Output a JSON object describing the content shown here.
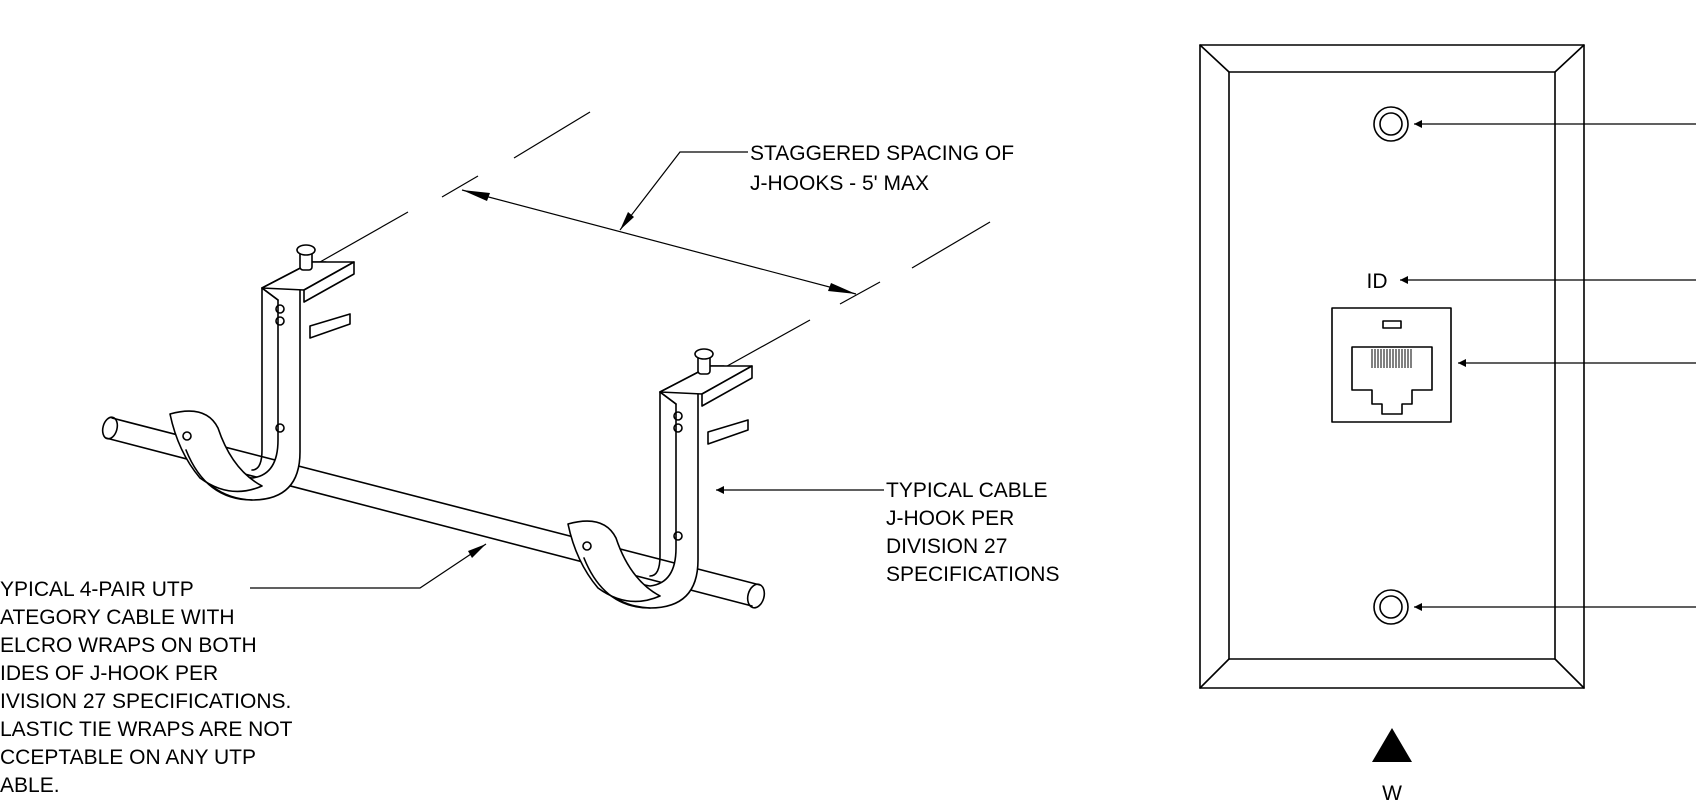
{
  "left_detail": {
    "spacing_note": [
      "STAGGERED SPACING OF",
      "J-HOOKS - 5' MAX"
    ],
    "jhook_note": [
      "TYPICAL CABLE",
      "J-HOOK PER",
      "DIVISION 27",
      "SPECIFICATIONS"
    ],
    "cable_note": [
      "YPICAL 4-PAIR UTP",
      "ATEGORY CABLE WITH",
      "ELCRO WRAPS ON BOTH",
      "IDES OF J-HOOK PER",
      "IVISION 27 SPECIFICATIONS.",
      "LASTIC TIE WRAPS ARE NOT",
      "CCEPTABLE ON ANY UTP",
      "ABLE."
    ]
  },
  "right_detail": {
    "id_label": "ID",
    "view_marker": "W"
  }
}
